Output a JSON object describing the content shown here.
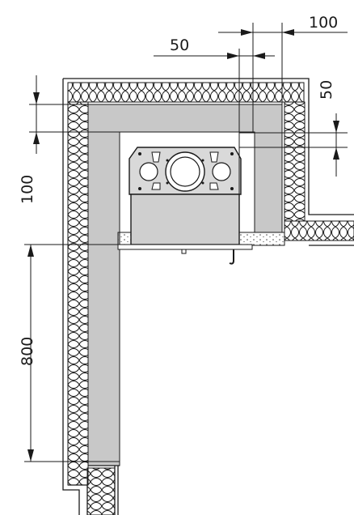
{
  "diagram": {
    "dimensions": {
      "top_offset": "100",
      "top_gap": "50",
      "right_gap": "50",
      "left_clearance": "100",
      "vertical_height": "800"
    },
    "colors": {
      "line": "#1a1a1a",
      "heat_shield": "#c8c8c8",
      "insulation_fill": "#ffffff",
      "heater_body": "#d9d9d9",
      "heater_panel": "#cfcfcf",
      "background": "#ffffff"
    },
    "icons": [
      "insulation-pattern",
      "sauna-heater",
      "floor-bracket"
    ]
  }
}
